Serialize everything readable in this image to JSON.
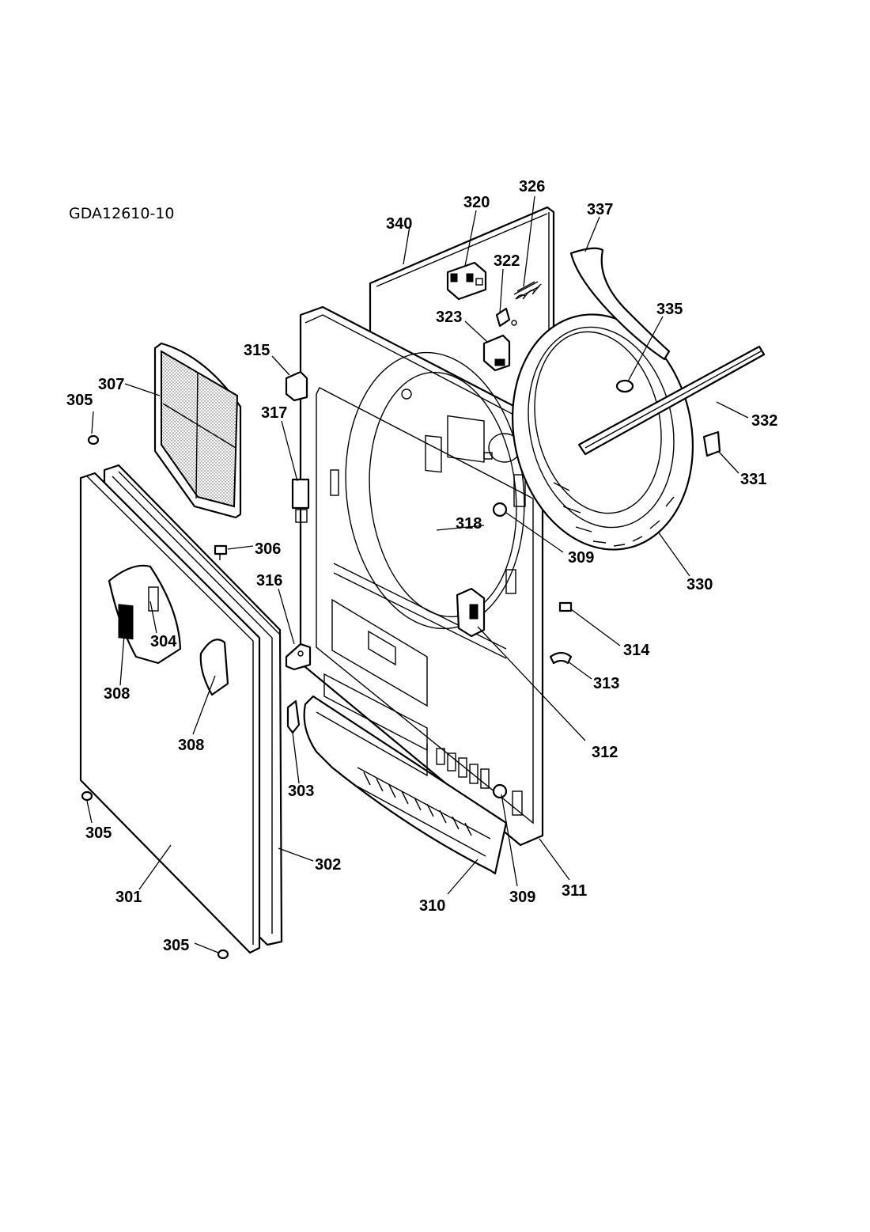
{
  "drawing_code": "GDA12610-10",
  "callouts": [
    {
      "id": "c301",
      "text": "301"
    },
    {
      "id": "c302",
      "text": "302"
    },
    {
      "id": "c303",
      "text": "303"
    },
    {
      "id": "c304",
      "text": "304"
    },
    {
      "id": "c305a",
      "text": "305"
    },
    {
      "id": "c305b",
      "text": "305"
    },
    {
      "id": "c305c",
      "text": "305"
    },
    {
      "id": "c306",
      "text": "306"
    },
    {
      "id": "c307",
      "text": "307"
    },
    {
      "id": "c308a",
      "text": "308"
    },
    {
      "id": "c308b",
      "text": "308"
    },
    {
      "id": "c309a",
      "text": "309"
    },
    {
      "id": "c309b",
      "text": "309"
    },
    {
      "id": "c310",
      "text": "310"
    },
    {
      "id": "c311",
      "text": "311"
    },
    {
      "id": "c312",
      "text": "312"
    },
    {
      "id": "c313",
      "text": "313"
    },
    {
      "id": "c314",
      "text": "314"
    },
    {
      "id": "c315",
      "text": "315"
    },
    {
      "id": "c316",
      "text": "316"
    },
    {
      "id": "c317",
      "text": "317"
    },
    {
      "id": "c318",
      "text": "318"
    },
    {
      "id": "c320",
      "text": "320"
    },
    {
      "id": "c322",
      "text": "322"
    },
    {
      "id": "c323",
      "text": "323"
    },
    {
      "id": "c326",
      "text": "326"
    },
    {
      "id": "c330",
      "text": "330"
    },
    {
      "id": "c331",
      "text": "331"
    },
    {
      "id": "c332",
      "text": "332"
    },
    {
      "id": "c335",
      "text": "335"
    },
    {
      "id": "c337",
      "text": "337"
    },
    {
      "id": "c340",
      "text": "340"
    }
  ]
}
